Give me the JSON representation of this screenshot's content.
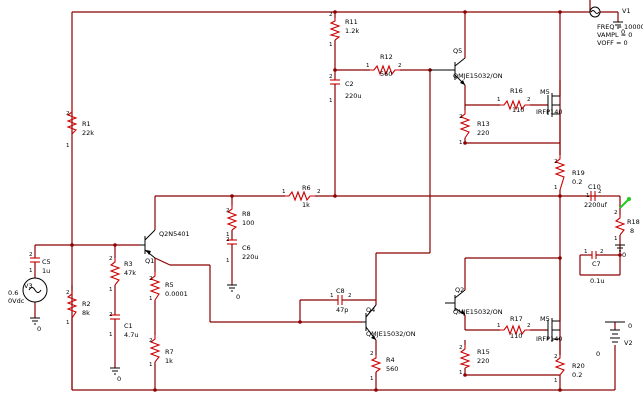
{
  "components": {
    "R11": {
      "ref": "R11",
      "value": "1.2k"
    },
    "R12": {
      "ref": "R12",
      "value": "560"
    },
    "C2": {
      "ref": "C2",
      "value": "220u"
    },
    "Q5": {
      "ref": "Q5",
      "value": "QMJE15032/ON"
    },
    "V1": {
      "ref": "V1",
      "line1": "FREQ = 10000",
      "line2": "VAMPL = 0",
      "line3": "VOFF = 0"
    },
    "R16": {
      "ref": "R16",
      "value": "110"
    },
    "M5a": {
      "ref": "M5",
      "value": "IRFP140"
    },
    "R13": {
      "ref": "R13",
      "value": "220"
    },
    "R1": {
      "ref": "R1",
      "value": "22k"
    },
    "R19": {
      "ref": "R19",
      "value": "0.2"
    },
    "R6": {
      "ref": "R6",
      "value": "1k"
    },
    "C10": {
      "ref": "C10",
      "value": "2200uf"
    },
    "R18": {
      "ref": "R18",
      "value": "8"
    },
    "R8": {
      "ref": "R8",
      "value": "100"
    },
    "C6": {
      "ref": "C6",
      "value": "220u"
    },
    "Q1": {
      "ref": "Q1",
      "value": "Q2N5401"
    },
    "C7": {
      "ref": "C7",
      "value": "0.1u"
    },
    "C5": {
      "ref": "C5",
      "value": "1u"
    },
    "R3": {
      "ref": "R3",
      "value": "47k"
    },
    "V3": {
      "ref": "V3",
      "line1": "0.6",
      "line2": "0Vdc"
    },
    "R5": {
      "ref": "R5",
      "value": "0.0001"
    },
    "R2": {
      "ref": "R2",
      "value": "8k"
    },
    "C8": {
      "ref": "C8",
      "value": "47p"
    },
    "Q2": {
      "ref": "Q2",
      "value": "QMJE15032/ON"
    },
    "Q4": {
      "ref": "Q4",
      "value": "QMJE15032/ON"
    },
    "C1": {
      "ref": "C1",
      "value": "4.7u"
    },
    "R17": {
      "ref": "R17",
      "value": "110"
    },
    "M5b": {
      "ref": "M5",
      "value": "IRFP140"
    },
    "R7": {
      "ref": "R7",
      "value": "1k"
    },
    "R15": {
      "ref": "R15",
      "value": "220"
    },
    "V2": {
      "ref": "V2",
      "value": "0"
    },
    "R4": {
      "ref": "R4",
      "value": "560"
    },
    "R20": {
      "ref": "R20",
      "value": "0.2"
    }
  },
  "pins": {
    "one": "1",
    "two": "2"
  },
  "grounds": {
    "g": "0"
  }
}
